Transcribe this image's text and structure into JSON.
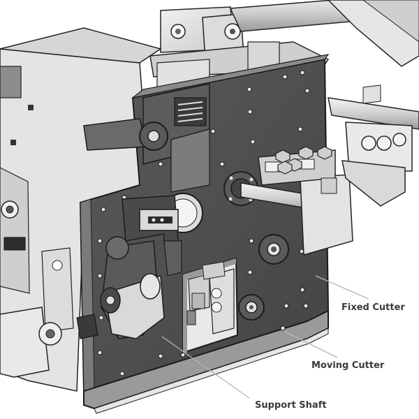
{
  "labels": {
    "fixed_cutter": "Fixed Cutter",
    "moving_cutter": "Moving Cutter",
    "support_shaft": "Support Shaft"
  },
  "colors": {
    "plate": "#4f4f4f",
    "plate_dark": "#3b3b3b",
    "metal_light": "#e8e8e8",
    "metal_mid": "#bdbdbd",
    "edge": "#222222",
    "leader": "#b5b5b5",
    "label_text": "#3a3a3a"
  }
}
